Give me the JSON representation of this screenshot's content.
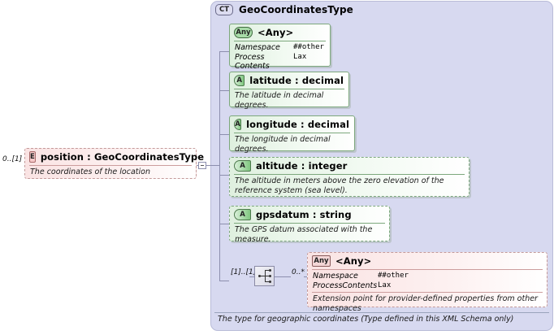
{
  "diagram": {
    "kind": "xml-schema-component-diagram",
    "complex_type": {
      "icon": "ct-icon",
      "icon_label": "CT",
      "name": "GeoCoordinatesType",
      "footer": "The type for geographic coordinates (Type defined in this XML Schema only)"
    },
    "element": {
      "icon": "element-icon",
      "icon_label": "E",
      "cardinality": "0..[1]",
      "name": "position  : GeoCoordinatesType",
      "description": "The coordinates of the location"
    },
    "members": [
      {
        "id": "any-attribute",
        "icon": "any-icon",
        "icon_label": "Any",
        "name": "<Any>",
        "optional": false,
        "attributes": [
          {
            "key": "Namespace",
            "value": "##other"
          },
          {
            "key": "Process Contents",
            "value": "Lax"
          }
        ]
      },
      {
        "id": "latitude",
        "icon": "attribute-icon",
        "icon_label": "A",
        "name": "latitude   : decimal",
        "optional": false,
        "description": "The latitude in decimal degrees."
      },
      {
        "id": "longitude",
        "icon": "attribute-icon",
        "icon_label": "A",
        "name": "longitude : decimal",
        "optional": false,
        "description": "The longitude in decimal degrees."
      },
      {
        "id": "altitude",
        "icon": "attribute-icon",
        "icon_label": "A",
        "name": "altitude   : integer",
        "optional": true,
        "description": "The altitude in meters above the zero elevation of the reference system (sea level)."
      },
      {
        "id": "gpsdatum",
        "icon": "attribute-icon",
        "icon_label": "A",
        "name": "gpsdatum : string",
        "optional": true,
        "description": "The GPS datum associated with the measure."
      }
    ],
    "sequence": {
      "icon": "sequence-icon",
      "left_cardinality": "[1]..[1]",
      "right_cardinality": "0..*"
    },
    "extension_any": {
      "icon": "any-icon",
      "icon_label": "Any",
      "name": "<Any>",
      "attributes": [
        {
          "key": "Namespace",
          "value": "##other"
        },
        {
          "key": "ProcessContents",
          "value": "Lax"
        }
      ],
      "description": "Extension point for provider-defined properties from other namespaces"
    },
    "colors": {
      "panel_bg": "#d7d9f0",
      "attribute_green": "#7da87d",
      "element_pink": "#c49a9a",
      "connector": "#8d8fae"
    }
  }
}
